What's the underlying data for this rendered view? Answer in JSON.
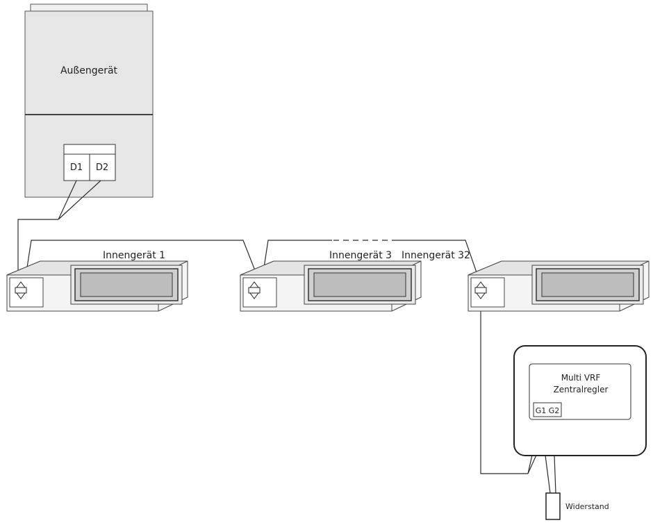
{
  "outdoor_unit": {
    "label": "Außengerät",
    "terminals": [
      "D1",
      "D2"
    ]
  },
  "indoor_units": [
    {
      "label": "Innengerät 1"
    },
    {
      "label": "Innengerät 3"
    },
    {
      "label": "Innengerät 32"
    }
  ],
  "central_controller": {
    "label_line1": "Multi VRF",
    "label_line2": "Zentralregler",
    "terminals": "G1 G2"
  },
  "resistor": {
    "label": "Widerstand"
  }
}
